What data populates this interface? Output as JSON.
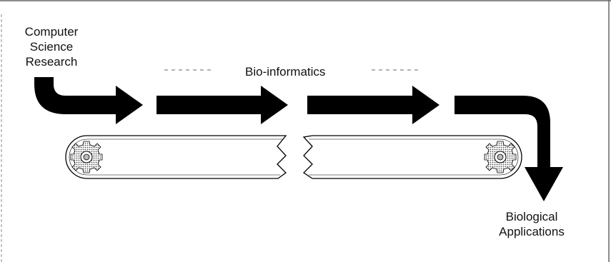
{
  "labels": {
    "source": [
      "Computer",
      "Science",
      "Research"
    ],
    "middle": "Bio-informatics",
    "target": [
      "Biological",
      "Applications"
    ]
  },
  "colors": {
    "arrow": "#000000",
    "gear": "#9a9a9a",
    "dashes": "#9a9a9a",
    "frame": "#555555"
  }
}
